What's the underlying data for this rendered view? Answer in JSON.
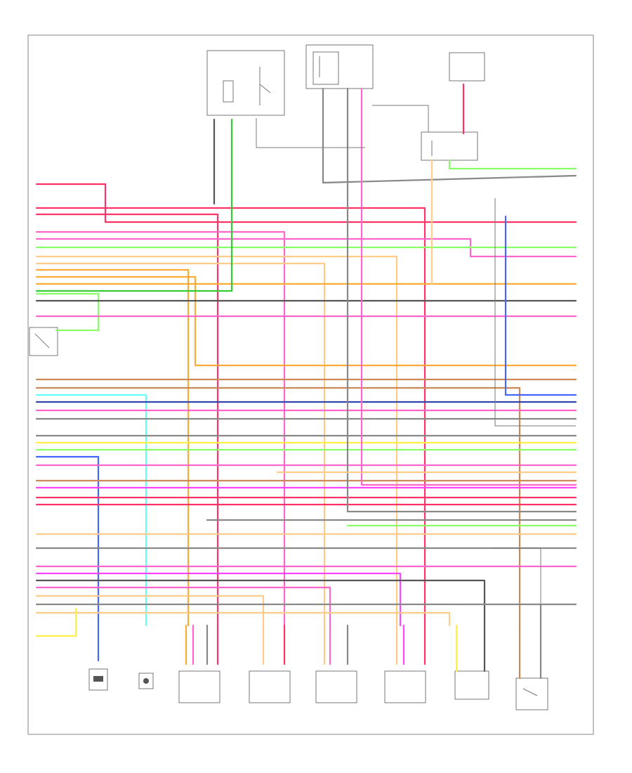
{
  "diagram": {
    "caption": "",
    "colors": {
      "red": "#ff3366",
      "pink": "#ff66cc",
      "orange": "#ffaa33",
      "peach": "#ffcc88",
      "yellow": "#ffee44",
      "lightgreen": "#88ff66",
      "green": "#33cc33",
      "gray": "#888888",
      "darkgray": "#555555",
      "blue": "#4466ff",
      "darkblue": "#3344aa",
      "cyan": "#66ffff",
      "brown": "#cc8855",
      "magenta": "#ff44ff"
    },
    "components": [
      {
        "id": "ignition-relay",
        "label": ""
      },
      {
        "id": "fuse-block",
        "label": ""
      },
      {
        "id": "fuel-pump-relay",
        "label": ""
      },
      {
        "id": "connector-top-right",
        "label": ""
      },
      {
        "id": "ecm-left-connector",
        "label": ""
      },
      {
        "id": "sensor-a",
        "label": ""
      },
      {
        "id": "sensor-b",
        "label": ""
      },
      {
        "id": "injector-1",
        "label": ""
      },
      {
        "id": "injector-2",
        "label": ""
      },
      {
        "id": "injector-3",
        "label": ""
      },
      {
        "id": "injector-4",
        "label": ""
      },
      {
        "id": "module-box",
        "label": ""
      },
      {
        "id": "relay-bottom-right",
        "label": ""
      }
    ]
  }
}
